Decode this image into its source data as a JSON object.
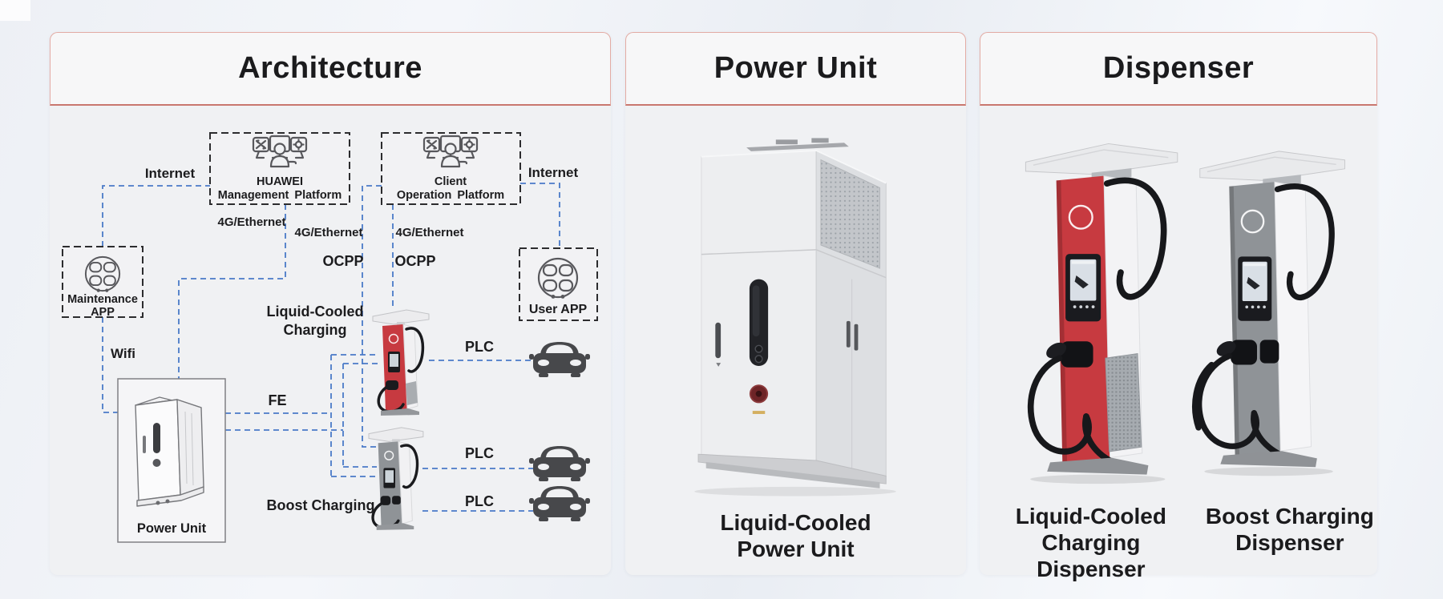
{
  "architecture": {
    "title": "Architecture",
    "huawei_platform_line1": "HUAWEI",
    "huawei_platform_line2": "Management Platform",
    "client_platform_line1": "Client",
    "client_platform_line2": "Operation Platform",
    "maintenance_app_line1": "Maintenance",
    "maintenance_app_line2": "APP",
    "user_app": "User APP",
    "power_unit_label": "Power Unit",
    "internet_left": "Internet",
    "internet_right": "Internet",
    "eth_left": "4G/Ethernet",
    "eth_mid": "4G/Ethernet",
    "eth_right": "4G/Ethernet",
    "ocpp_left": "OCPP",
    "ocpp_right": "OCPP",
    "wifi": "Wifi",
    "fe": "FE",
    "liquid_cooled_line1": "Liquid-Cooled",
    "liquid_cooled_line2": "Charging",
    "boost_charging": "Boost Charging",
    "plc_1": "PLC",
    "plc_2": "PLC",
    "plc_3": "PLC"
  },
  "power_unit": {
    "title": "Power Unit",
    "caption_line1": "Liquid-Cooled",
    "caption_line2": "Power Unit"
  },
  "dispenser": {
    "title": "Dispenser",
    "left_caption_line1": "Liquid-Cooled Charging",
    "left_caption_line2": "Dispenser",
    "right_caption_line1": "Boost Charging",
    "right_caption_line2": "Dispenser"
  },
  "colors": {
    "header_border": "#e3aba4",
    "header_border_bottom": "#c9776e",
    "panel_bg": "#f0f1f3",
    "header_bg": "#f7f7f8",
    "line_blue": "#4a7ac8",
    "dashed_box": "#2c2c2e",
    "dispenser_red": "#c73a40",
    "dispenser_gray": "#8f9397",
    "car_gray": "#47484b",
    "text_dark": "#1c1c1e"
  }
}
